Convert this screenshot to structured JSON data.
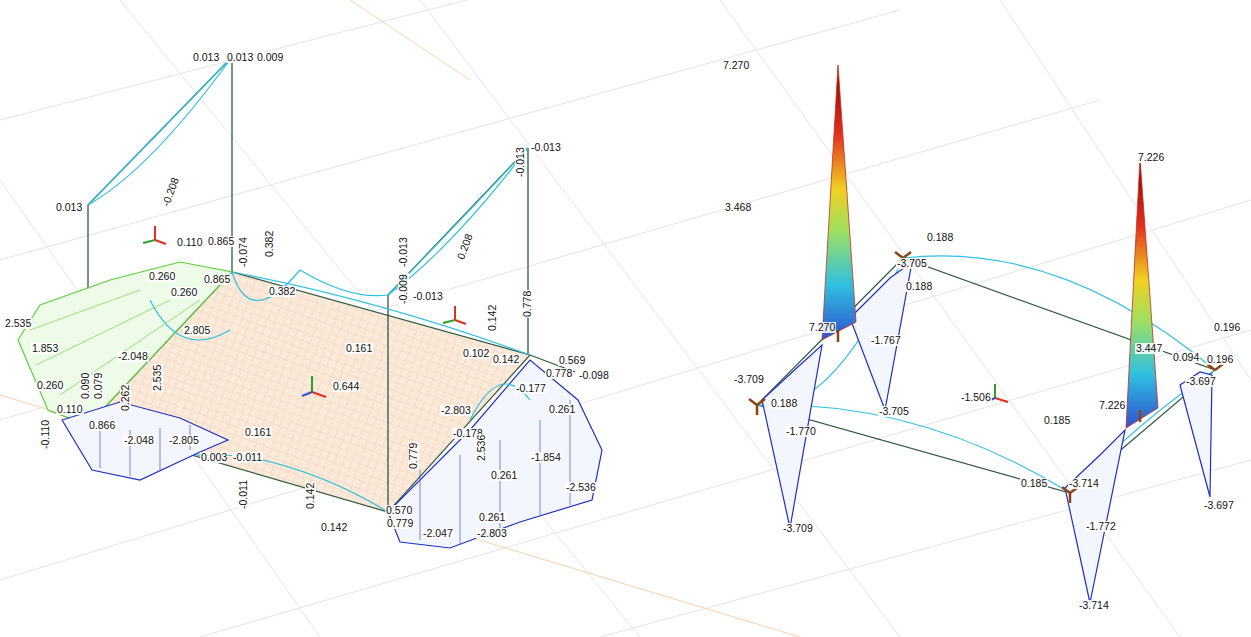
{
  "diagram": {
    "labels": [
      "0.013",
      "0.013",
      "0.009",
      "0.013",
      "-0.208",
      "0.110",
      "0.865",
      "-0.074",
      "0.382",
      "0.260",
      "0.260",
      "0.865",
      "0.382",
      "2.535",
      "1.853",
      "2.805",
      "-2.048",
      "2.535",
      "0.260",
      "0.090",
      "0.079",
      "0.262",
      "-0.110",
      "0.110",
      "0.866",
      "-2.048",
      "-2.805",
      "0.161",
      "0.644",
      "0.161",
      "0.003",
      "-0.011",
      "-0.011",
      "0.142",
      "0.142",
      "-0.009",
      "-0.013",
      "-0.013",
      "0.208",
      "-0.013",
      "-0.013",
      "0.778",
      "0.142",
      "0.102",
      "0.142",
      "0.569",
      "-0.098",
      "0.778",
      "-0.177",
      "-2.803",
      "-0.178",
      "0.779",
      "2.536",
      "0.261",
      "-1.854",
      "-2.536",
      "0.261",
      "0.570",
      "0.261",
      "0.779",
      "-2.047",
      "-2.803",
      "7.270",
      "3.468",
      "7.270",
      "0.188",
      "-3.705",
      "0.188",
      "-3.709",
      "0.188",
      "-1.770",
      "-3.709",
      "-1.767",
      "-3.705",
      "-1.506",
      "7.226",
      "3.447",
      "0.196",
      "0.094",
      "0.196",
      "-3.697",
      "-3.697",
      "7.226",
      "0.185",
      "0.185",
      "-3.714",
      "-1.772",
      "-3.714"
    ]
  }
}
